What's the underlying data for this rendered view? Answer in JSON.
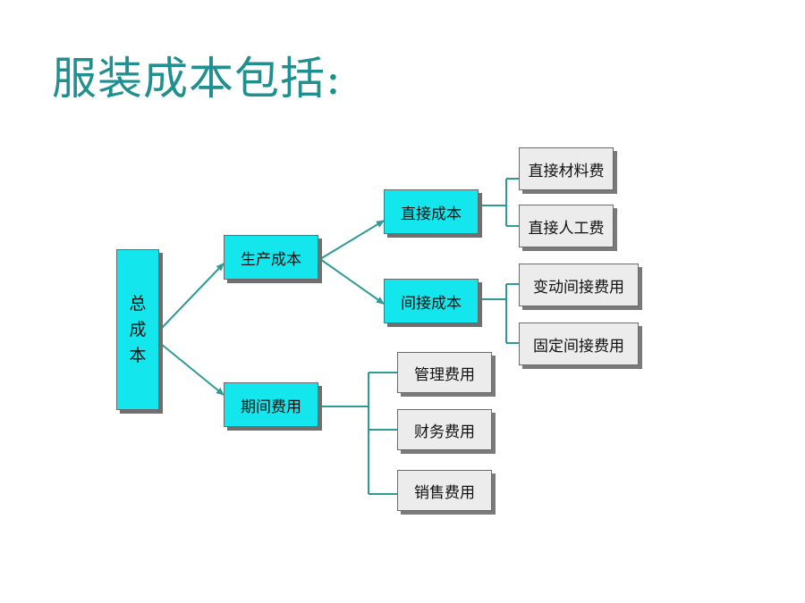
{
  "slide": {
    "title": "服装成本包括:"
  },
  "diagram": {
    "root": {
      "label_chars": [
        "总",
        "成",
        "本"
      ]
    },
    "production_cost": "生产成本",
    "period_expense": "期间费用",
    "direct_cost": "直接成本",
    "indirect_cost": "间接成本",
    "direct_material": "直接材料费",
    "direct_labor": "直接人工费",
    "variable_indirect": "变动间接费用",
    "fixed_indirect": "固定间接费用",
    "management_expense": "管理费用",
    "financial_expense": "财务费用",
    "sales_expense": "销售费用",
    "colors": {
      "title": "#1f8f8f",
      "primary_box": "#13e6ec",
      "leaf_box": "#ececec",
      "connector": "#2e9c96",
      "shadow": "#6f6f6f"
    }
  }
}
